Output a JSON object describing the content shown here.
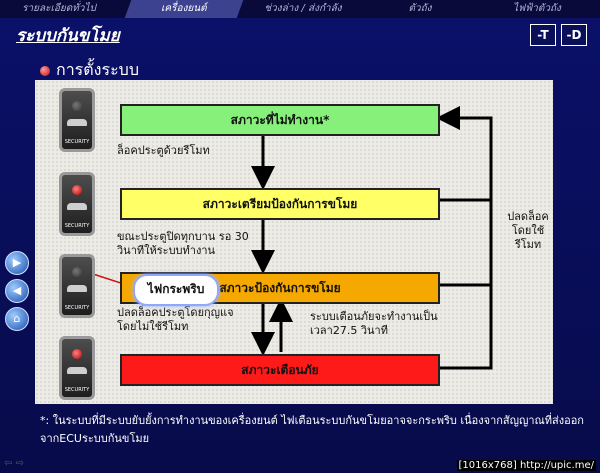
{
  "nav": {
    "items": [
      "รายละเอียดทั่วไป",
      "เครื่องยนต์",
      "ช่วงล่าง / ส่งกำลัง",
      "ตัวถัง",
      "ไฟฟ้าตัวถัง"
    ],
    "active_index": 1
  },
  "header": {
    "title": "ระบบกันขโมย",
    "btn_t": "-T",
    "btn_d": "-D"
  },
  "section": {
    "title": "การตั้งระบบ"
  },
  "key": {
    "label": "SECURITY"
  },
  "states": {
    "inactive": "สภาวะที่ไม่ทำงาน*",
    "prepare": "สภาวะเตรียมป้องกันการขโมย",
    "protect": "สภาวะป้องกันการขโมย",
    "alarm": "สภาวะเตือนภัย"
  },
  "notes": {
    "lock_remote": "ล็อคประตูด้วยรีโมท",
    "door_wait": "ขณะประตูปิดทุกบาน รอ 30 วินาทีให้ระบบทำงาน",
    "unlock_remote_1": "ปลดล็อคประตูโดยกุญแจ",
    "unlock_remote_2": "โดยไม่ใช้รีโมท",
    "alarm_time": "ระบบเตือนภัยจะทำงานเป็นเวลา27.5 วินาที",
    "unlock_right": "ปลดล็อคโดยใช้รีโมท",
    "blink": "ไฟกระพริบ"
  },
  "footer": {
    "note": "*: ในระบบที่มีระบบยับยั้งการทำงานของเครื่องยนต์ ไฟเตือนระบบกันขโมยอาจจะกระพริบ เนื่องจากสัญญาณที่ส่งออกจากECUระบบกันขโมย"
  },
  "watermark": "[1016x768]  http://upic.me/",
  "colors": {
    "inactive": "#86f07a",
    "prepare": "#ffff66",
    "protect": "#f5a800",
    "alarm": "#ff1a1a"
  }
}
